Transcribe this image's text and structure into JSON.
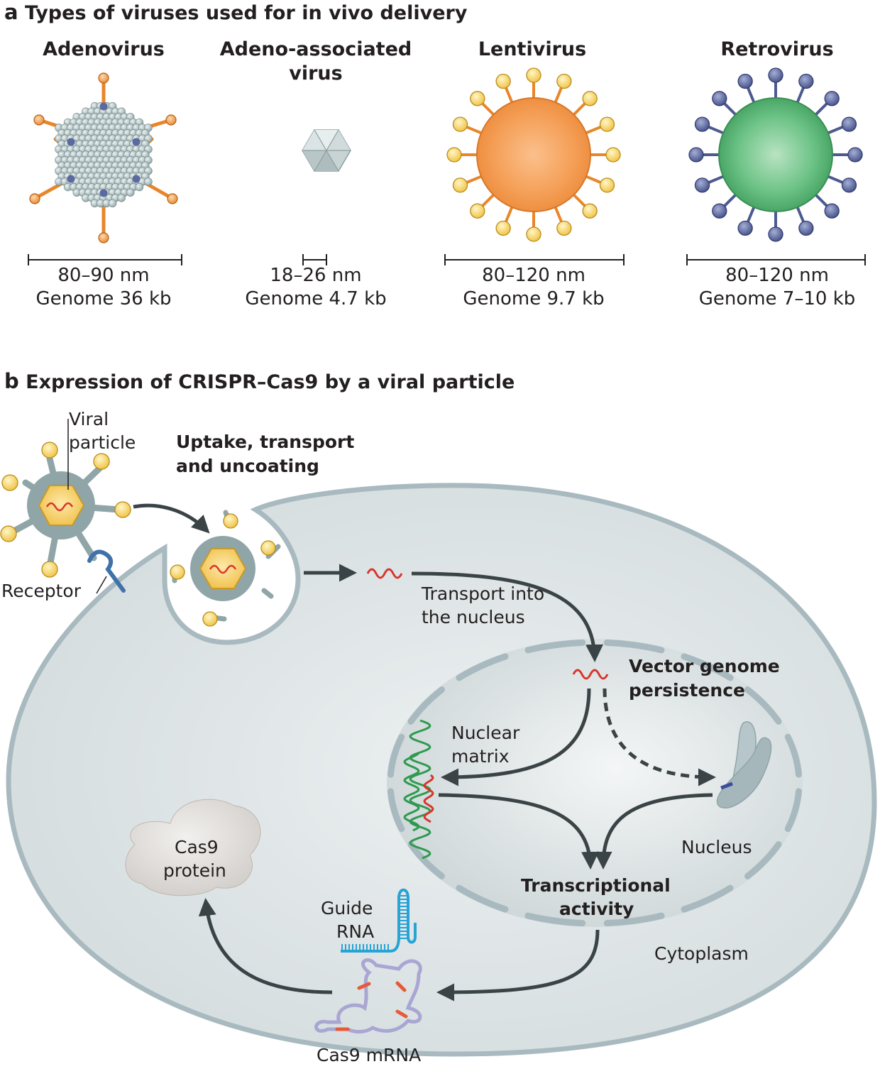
{
  "panel_a": {
    "letter": "a",
    "title": "Types of viruses used for in vivo delivery",
    "viruses": [
      {
        "name": "Adenovirus",
        "size": "80–90 nm",
        "genome": "Genome 36 kb"
      },
      {
        "name_line1": "Adeno-associated",
        "name_line2": "virus",
        "size": "18–26 nm",
        "genome": "Genome 4.7 kb"
      },
      {
        "name": "Lentivirus",
        "size": "80–120 nm",
        "genome": "Genome 9.7 kb"
      },
      {
        "name": "Retrovirus",
        "size": "80–120 nm",
        "genome": "Genome 7–10 kb"
      }
    ]
  },
  "panel_b": {
    "letter": "b",
    "title": "Expression of CRISPR–Cas9 by a viral particle",
    "viral_particle": [
      "Viral",
      "particle"
    ],
    "uptake": [
      "Uptake, transport",
      "and uncoating"
    ],
    "receptor": "Receptor",
    "transport": [
      "Transport into",
      "the nucleus"
    ],
    "persistence": [
      "Vector genome",
      "persistence"
    ],
    "nuclear_matrix": [
      "Nuclear",
      "matrix"
    ],
    "nucleus": "Nucleus",
    "transcription": [
      "Transcriptional",
      "activity"
    ],
    "cytoplasm": "Cytoplasm",
    "cas9_protein": [
      "Cas9",
      "protein"
    ],
    "guide_rna": [
      "Guide",
      "RNA"
    ],
    "cas9_mrna": "Cas9 mRNA"
  },
  "colors": {
    "orange_spike": "#e8862a",
    "yellow_knob": "#f6d361",
    "lentivirus_body": "#f39a4b",
    "retrovirus_body": "#5cb877",
    "retro_spike": "#4d5a8f",
    "cell": "#dbe3e5",
    "membrane": "#a8babf",
    "arrow": "#3a4346",
    "red_rna": "#d8362b",
    "green_dna": "#2e9a4f",
    "guide_rna": "#27a3d6",
    "mrna": "#a9a6d3"
  }
}
